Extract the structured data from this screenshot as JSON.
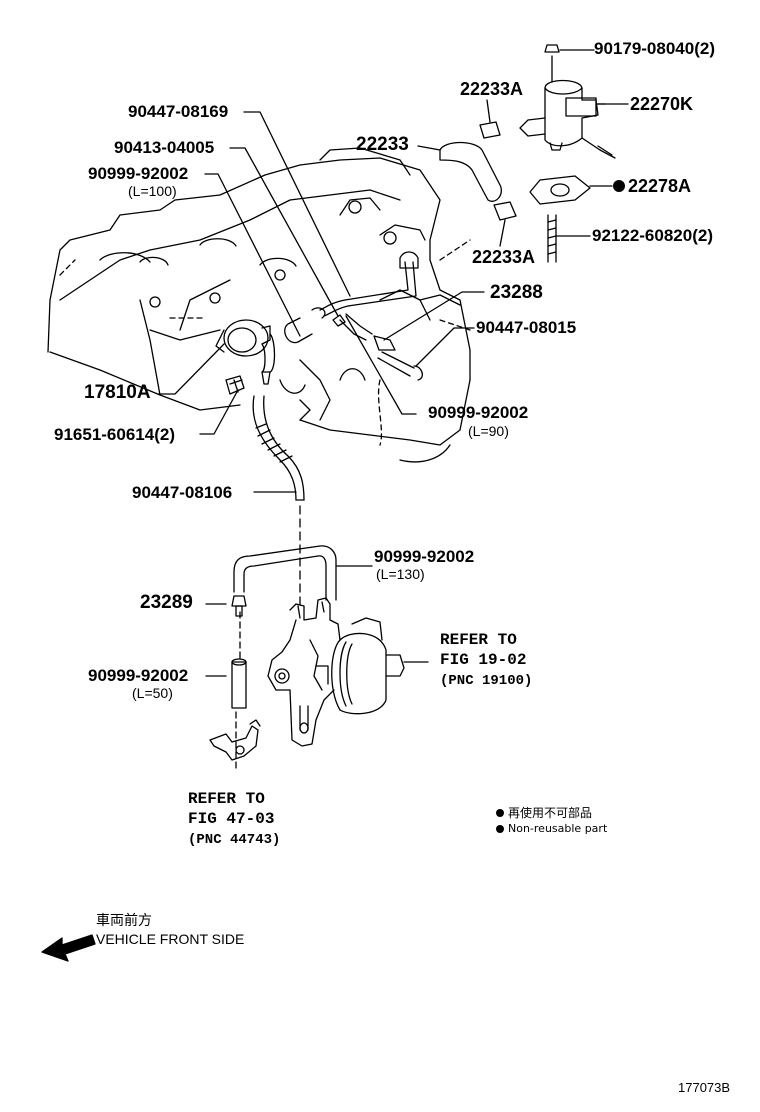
{
  "labels": {
    "p1": "90179-08040(2)",
    "p2": "22233A",
    "p3": "22270K",
    "p4": "90447-08169",
    "p5": "22233",
    "p6": "90413-04005",
    "p7": "90999-92002",
    "p7_len": "(L=100)",
    "p8": "22278A",
    "p9": "92122-60820(2)",
    "p10": "22233A",
    "p11": "23288",
    "p12": "90447-08015",
    "p13": "17810A",
    "p14": "91651-60614(2)",
    "p15": "90999-92002",
    "p15_len": "(L=90)",
    "p16": "90447-08106",
    "p17": "90999-92002",
    "p17_len": "(L=130)",
    "p18": "23289",
    "p19": "90999-92002",
    "p19_len": "(L=50)"
  },
  "refers": {
    "r1_line1": "REFER TO",
    "r1_line2": "FIG 19-02",
    "r1_line3": "(PNC 19100)",
    "r2_line1": "REFER TO",
    "r2_line2": "FIG 47-03",
    "r2_line3": "(PNC 44743)"
  },
  "legend": {
    "jp": "再使用不可部品",
    "en": "Non-reusable part"
  },
  "direction": {
    "jp": "車両前方",
    "en": "VEHICLE FRONT SIDE"
  },
  "figure_id": "177073B"
}
